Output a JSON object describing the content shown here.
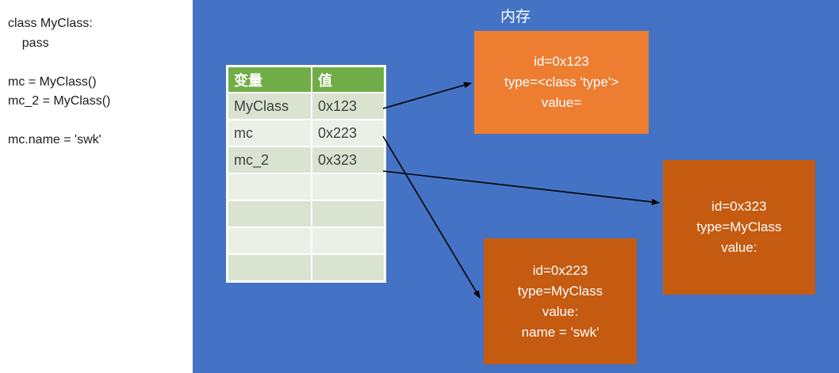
{
  "code_panel": {
    "code": "class MyClass:\n    pass\n\nmc = MyClass()\nmc_2 = MyClass()\n\nmc.name = 'swk'"
  },
  "memory_panel": {
    "title": "内存",
    "background_color": "#4472C4",
    "table": {
      "headers": [
        "变量",
        "值"
      ],
      "header_color": "#70AD47",
      "band_colors": [
        "#D9E3D0",
        "#EBF0E7"
      ],
      "rows": [
        {
          "var": "MyClass",
          "val": "0x123"
        },
        {
          "var": "mc",
          "val": "0x223"
        },
        {
          "var": "mc_2",
          "val": "0x323"
        },
        {
          "var": "",
          "val": ""
        },
        {
          "var": "",
          "val": ""
        },
        {
          "var": "",
          "val": ""
        },
        {
          "var": "",
          "val": ""
        }
      ]
    },
    "objects": [
      {
        "name": "type-object",
        "color": "#ED7D31",
        "lines": [
          "id=0x123",
          "type=<class 'type'>",
          "value="
        ]
      },
      {
        "name": "mc-2-object",
        "color": "#C55A11",
        "lines": [
          "id=0x323",
          "type=MyClass",
          "value:"
        ]
      },
      {
        "name": "mc-object",
        "color": "#C55A11",
        "lines": [
          "id=0x223",
          "type=MyClass",
          "value:",
          "name = 'swk'"
        ]
      }
    ],
    "arrows": [
      {
        "from": "MyClass",
        "to": "id=0x123"
      },
      {
        "from": "mc",
        "to": "id=0x223"
      },
      {
        "from": "mc_2",
        "to": "id=0x323"
      }
    ]
  }
}
